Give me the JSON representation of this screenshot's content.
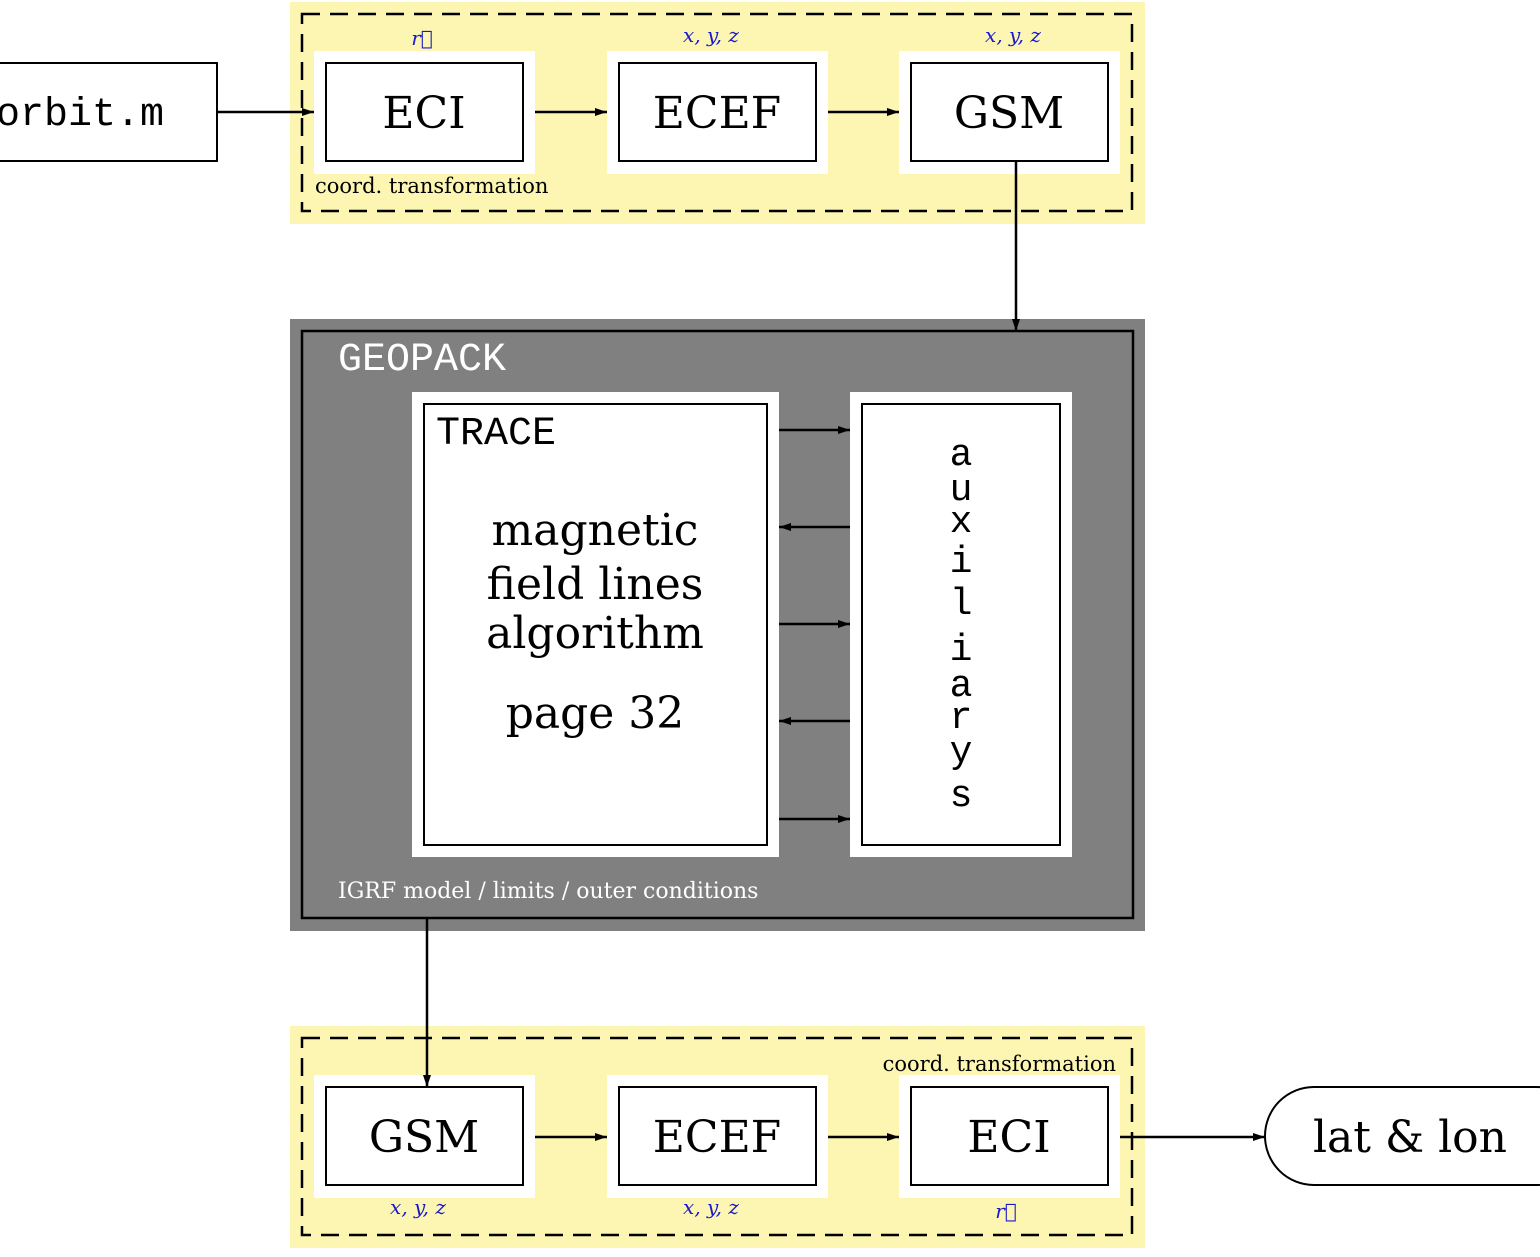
{
  "source_node": {
    "label": "orbit.m"
  },
  "top_group": {
    "caption": "coord. transformation",
    "boxes": [
      {
        "label": "ECI",
        "var": "r⃗"
      },
      {
        "label": "ECEF",
        "var": "x, y, z"
      },
      {
        "label": "GSM",
        "var": "x, y, z"
      }
    ]
  },
  "geopack": {
    "title": "GEOPACK",
    "footer": "IGRF model / limits / outer conditions",
    "trace": {
      "title": "TRACE",
      "lines": [
        "magnetic",
        "field lines",
        "algorithm"
      ],
      "page": "page 32"
    },
    "auxiliarys": {
      "letters": [
        "a",
        "u",
        "x",
        "i",
        "l",
        "i",
        "a",
        "r",
        "y",
        "s"
      ]
    }
  },
  "bottom_group": {
    "caption": "coord. transformation",
    "boxes": [
      {
        "label": "GSM",
        "var": "x, y, z"
      },
      {
        "label": "ECEF",
        "var": "x, y, z"
      },
      {
        "label": "ECI",
        "var": "r⃗"
      }
    ]
  },
  "output_node": {
    "label": "lat & lon"
  },
  "colors": {
    "group_fill": "#fdf6b2",
    "geopack_fill": "#808080",
    "var_label": "#1a1acc",
    "stroke": "#000000"
  }
}
